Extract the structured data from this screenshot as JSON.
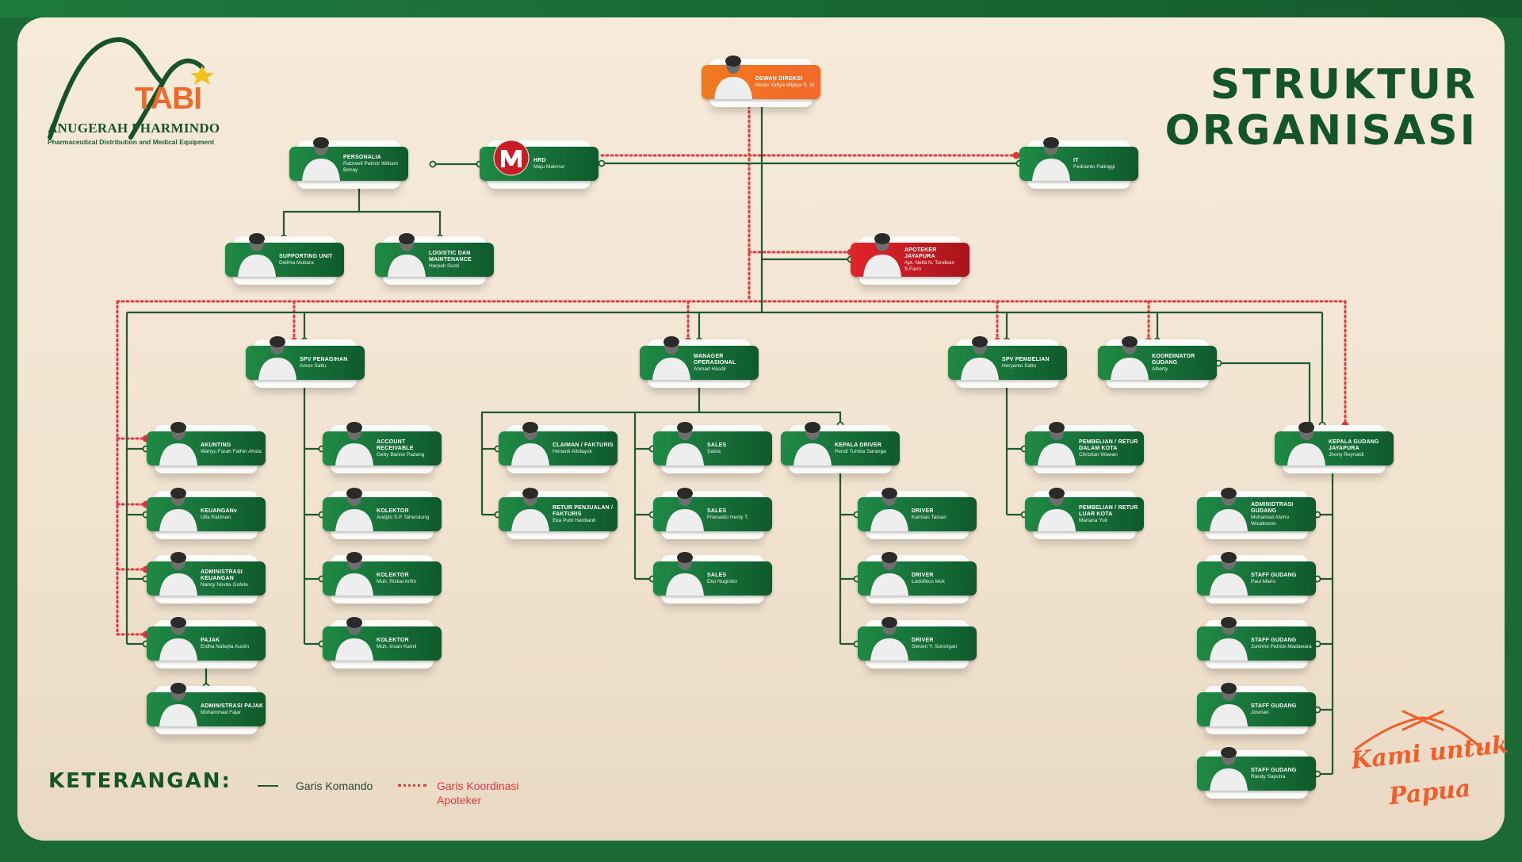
{
  "header": {
    "logo_text": "TABI",
    "company": "ANUGERAH PHARMINDO",
    "tagline": "Pharmaceutical Distribution and Medical Equipment",
    "title_line1": "STRUKTUR",
    "title_line2": "ORGANISASI"
  },
  "colors": {
    "command_line": "#1d5a30",
    "coordination_line": "#e0393e",
    "card_green": "#1a7a3c",
    "card_orange": "#f07a1f",
    "card_red": "#c81d24",
    "frame": "#1b6a36"
  },
  "cards": [
    {
      "id": "dewan",
      "role": "DEWAN DIREKSI",
      "name": "Meike Yahya Wijaya S. SI",
      "variant": "orange"
    },
    {
      "id": "personalia",
      "role": "PERSONALIA",
      "name": "Ratzwell Patrick William Bonay",
      "variant": "green"
    },
    {
      "id": "hrd",
      "role": "HRD",
      "name": "Maju Makmur",
      "variant": "green",
      "photo": "company-logo"
    },
    {
      "id": "it",
      "role": "IT",
      "name": "Fedrianto Palinggi",
      "variant": "green"
    },
    {
      "id": "support",
      "role": "SUPPORTING UNIT",
      "name": "Delima Mutiara",
      "variant": "green"
    },
    {
      "id": "logistic",
      "role": "LOGISTIC DAN MAINTENANCE",
      "name": "Harpah Gusti",
      "variant": "green"
    },
    {
      "id": "apoteker",
      "role": "APOTEKER JAYAPURA",
      "name": "Apt. Nella N. Tendean S.Farm",
      "variant": "red"
    },
    {
      "id": "spvpenagihan",
      "role": "SPV PENAGIHAN",
      "name": "Amos Sattu",
      "variant": "green"
    },
    {
      "id": "manager",
      "role": "MANAGER OPERASIONAL",
      "name": "Ahmad Hasdir",
      "variant": "green"
    },
    {
      "id": "spvpembelian",
      "role": "SPV PEMBELIAN",
      "name": "Heryanto Sattu",
      "variant": "green"
    },
    {
      "id": "koordinator",
      "role": "KOORDINATOR GUDANG",
      "name": "Alberty",
      "variant": "green"
    },
    {
      "id": "akunting",
      "role": "AKUNTING",
      "name": "Wahyu Farah Fathin Ahsta",
      "variant": "green"
    },
    {
      "id": "keuangan",
      "role": "KEUANGANv",
      "name": "Ulfa Rahman",
      "variant": "green"
    },
    {
      "id": "adminkeu",
      "role": "ADMINISTRASI KEUANGAN",
      "name": "Nancy Novita Gofete",
      "variant": "green"
    },
    {
      "id": "pajak",
      "role": "PAJAK",
      "name": "Erdha Nafayta Austin",
      "variant": "green"
    },
    {
      "id": "adminpajak",
      "role": "ADMINISTRASI PAJAK",
      "name": "Mohammad Fajar",
      "variant": "green"
    },
    {
      "id": "ar",
      "role": "ACCOUNT RECEIVABLE",
      "name": "Geby Banne Padang",
      "variant": "green"
    },
    {
      "id": "kol1",
      "role": "KOLEKTOR",
      "name": "Andyto S.P Tahendung",
      "variant": "green"
    },
    {
      "id": "kol2",
      "role": "KOLEKTOR",
      "name": "Muh. Rizkal Arifin",
      "variant": "green"
    },
    {
      "id": "kol3",
      "role": "KOLEKTOR",
      "name": "Muh. Insan Kamil",
      "variant": "green"
    },
    {
      "id": "claiman",
      "role": "CLAIMAN / FAKTURIS",
      "name": "Herianti Allolayuk",
      "variant": "green"
    },
    {
      "id": "retur",
      "role": "RETUR PENJUALAN / FAKTURIS",
      "name": "Eka Putri Hardianti",
      "variant": "green"
    },
    {
      "id": "sales1",
      "role": "SALES",
      "name": "Satria",
      "variant": "green"
    },
    {
      "id": "sales2",
      "role": "SALES",
      "name": "Frienaldo Henly T.",
      "variant": "green"
    },
    {
      "id": "sales3",
      "role": "SALES",
      "name": "Eko Nugroho",
      "variant": "green"
    },
    {
      "id": "kepdriver",
      "role": "KEPALA DRIVER",
      "name": "Pendi Tumba Saranga",
      "variant": "green"
    },
    {
      "id": "drv1",
      "role": "DRIVER",
      "name": "Karman Tarsan",
      "variant": "green"
    },
    {
      "id": "drv2",
      "role": "DRIVER",
      "name": "Lodofikus Mok",
      "variant": "green"
    },
    {
      "id": "drv3",
      "role": "DRIVER",
      "name": "Steven Y. Sorongan",
      "variant": "green"
    },
    {
      "id": "pembdalam",
      "role": "PEMBELIAN / RETUR DALAM KOTA",
      "name": "Christian Wawan",
      "variant": "green"
    },
    {
      "id": "pembluar",
      "role": "PEMBELIAN / RETUR LUAR KOTA",
      "name": "Mariana Yuli",
      "variant": "green"
    },
    {
      "id": "kepgudang",
      "role": "KEPALA GUDANG JAYAPURA",
      "name": "Jhony Reynaldi",
      "variant": "green"
    },
    {
      "id": "admgudang",
      "role": "ADMINIDTRASI GUDANG",
      "name": "Mohamad Alvino Wicaksono",
      "variant": "green"
    },
    {
      "id": "stf1",
      "role": "STAFF GUDANG",
      "name": "Paul Mario",
      "variant": "green"
    },
    {
      "id": "stf2",
      "role": "STAFF GUDANG",
      "name": "Juninho Patrick Madawara",
      "variant": "green"
    },
    {
      "id": "stf3",
      "role": "STAFF GUDANG",
      "name": "Josman",
      "variant": "green"
    },
    {
      "id": "stf4",
      "role": "STAFF GUDANG",
      "name": "Randy Saputra",
      "variant": "green"
    }
  ],
  "legend": {
    "title": "KETERANGAN:",
    "command": "Garis Komando",
    "coordination": "Garis Koordinasi Apoteker"
  },
  "motto": {
    "line1": "Kami untuk",
    "line2": "Papua"
  }
}
